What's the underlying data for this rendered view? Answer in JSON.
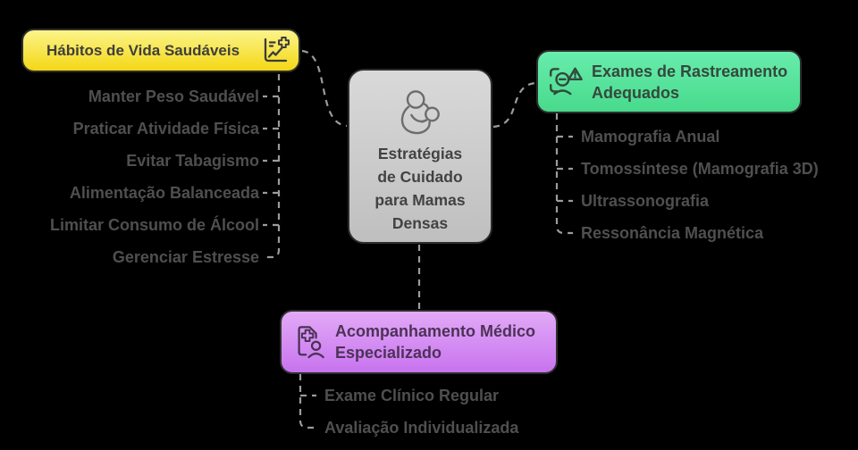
{
  "background_color": "#000000",
  "connector_color": "#9b9b9b",
  "item_text_color": "#4f4f4f",
  "center": {
    "title": "Estratégias de Cuidado para Mamas Densas",
    "icon": "mother-and-baby",
    "fill_top": "#d9d9d9",
    "fill_bottom": "#bfbfbf"
  },
  "branches": {
    "habits": {
      "title": "Hábitos de Vida Saudáveis",
      "icon": "health-chart-plus",
      "fill_top": "#fbf48b",
      "fill_bottom": "#f4d714",
      "items": [
        "Manter Peso Saudável",
        "Praticar Atividade Física",
        "Evitar Tabagismo",
        "Alimentação Balanceada",
        "Limitar Consumo de Álcool",
        "Gerenciar Estresse"
      ]
    },
    "exams": {
      "title": "Exames de Rastreamento Adequados",
      "icon": "scan-alert",
      "fill_top": "#68ecac",
      "fill_bottom": "#48da8c",
      "items": [
        "Mamografia Anual",
        "Tomossíntese (Mamografia 3D)",
        "Ultrassonografia",
        "Ressonância Magnética"
      ]
    },
    "followup": {
      "title": "Acompanhamento Médico Especializado",
      "icon": "medical-report-user",
      "fill_top": "#e2aaf7",
      "fill_bottom": "#c873ee",
      "items": [
        "Exame Clínico Regular",
        "Avaliação Individualizada"
      ]
    }
  }
}
